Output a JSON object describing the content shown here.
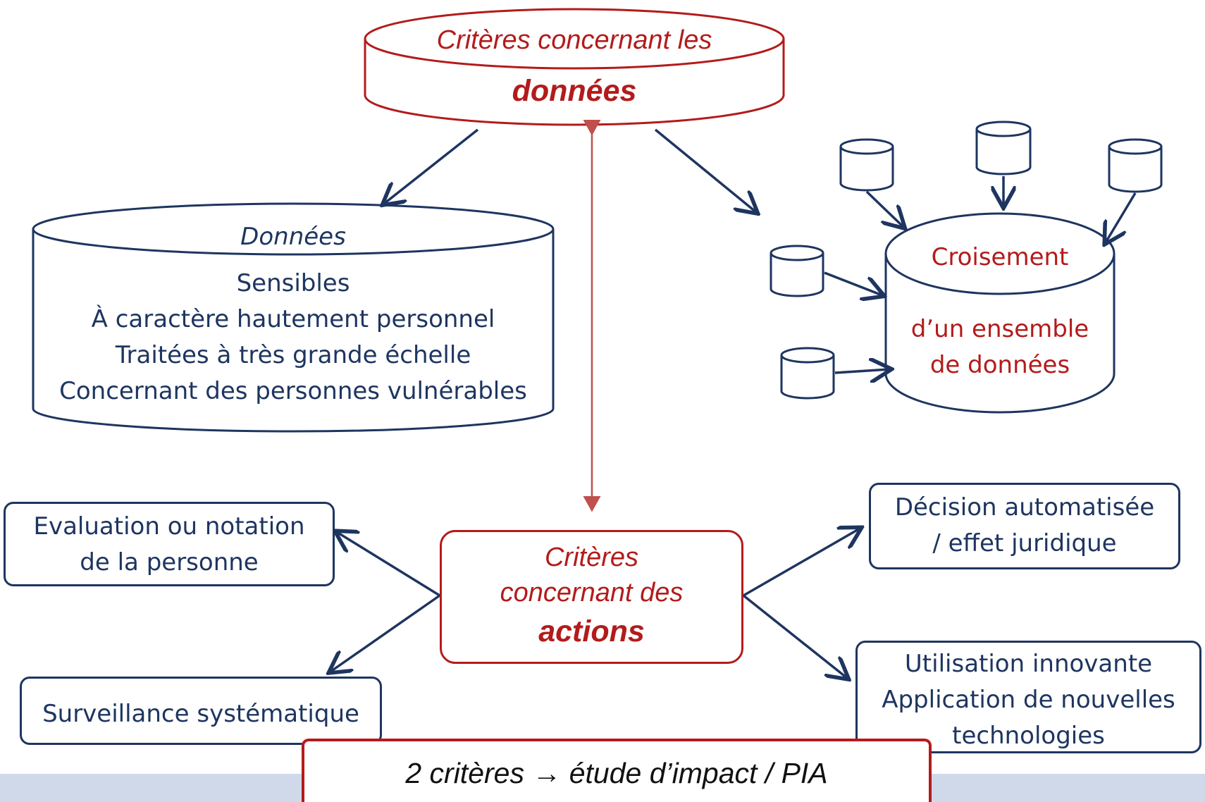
{
  "top_cylinder": {
    "line1": "Critères concernant les",
    "line2": "données"
  },
  "donnees_cylinder": {
    "title": "Données",
    "items": [
      "Sensibles",
      "À caractère hautement personnel",
      "Traitées à très grande échelle",
      "Concernant des personnes vulnérables"
    ]
  },
  "croisement_cylinder": {
    "line1": "Croisement",
    "line2": "d’un ensemble",
    "line3": "de données"
  },
  "actions_box": {
    "line1": "Critères",
    "line2": "concernant des",
    "line3": "actions"
  },
  "evaluation_box": {
    "line1": "Evaluation ou notation",
    "line2": "de la personne"
  },
  "surveillance_box": {
    "label": "Surveillance systématique"
  },
  "decision_box": {
    "line1": "Décision automatisée",
    "line2": "/ effet juridique"
  },
  "innovation_box": {
    "line1": "Utilisation innovante",
    "line2": "Application de nouvelles",
    "line3": "technologies"
  },
  "footer": {
    "label": "2 critères → étude d’impact / PIA"
  },
  "colors": {
    "navy": "#1e3560",
    "red": "#b31b1b",
    "footer_band": "#cfd9ea"
  }
}
